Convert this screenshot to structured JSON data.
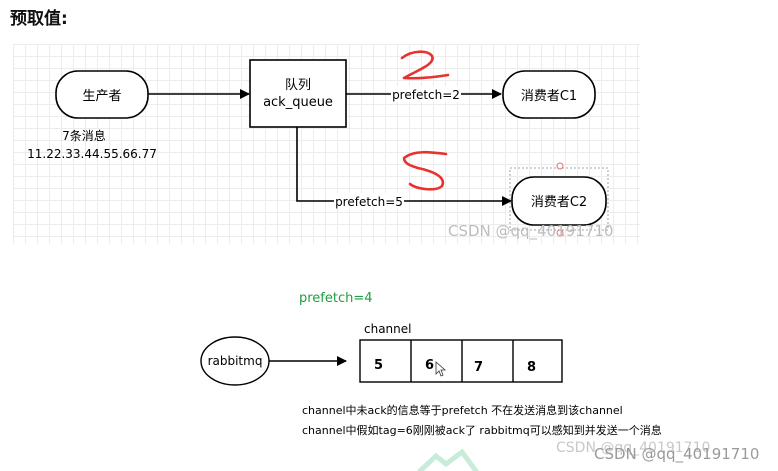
{
  "heading": "预取值:",
  "top_diagram": {
    "producer": "生产者",
    "messages_count": "7条消息",
    "messages_list": "11.22.33.44.55.66.77",
    "queue_line1": "队列",
    "queue_line2": "ack_queue",
    "consumer1": "消费者C1",
    "consumer2": "消费者C2",
    "edge1_label": "prefetch=2",
    "edge2_label": "prefetch=5",
    "handwritten_1": "2",
    "handwritten_2": "5",
    "watermark": "CSDN @qq_40191710"
  },
  "bottom_diagram": {
    "prefetch_title": "prefetch=4",
    "channel_label": "channel",
    "source": "rabbitmq",
    "cells": [
      "5",
      "6",
      "7",
      "8"
    ],
    "note1": "channel中未ack的信息等于prefetch 不在发送消息到该channel",
    "note2": "channel中假如tag=6刚刚被ack了 rabbitmq可以感知到并发送一个消息",
    "watermark": "CSDN @qq_40191710"
  },
  "page_watermark": "CSDN @qq_40191710",
  "colors": {
    "handwriting": "#e8322f",
    "prefetch_title": "#1e9e3e",
    "grid": "#ececec"
  }
}
